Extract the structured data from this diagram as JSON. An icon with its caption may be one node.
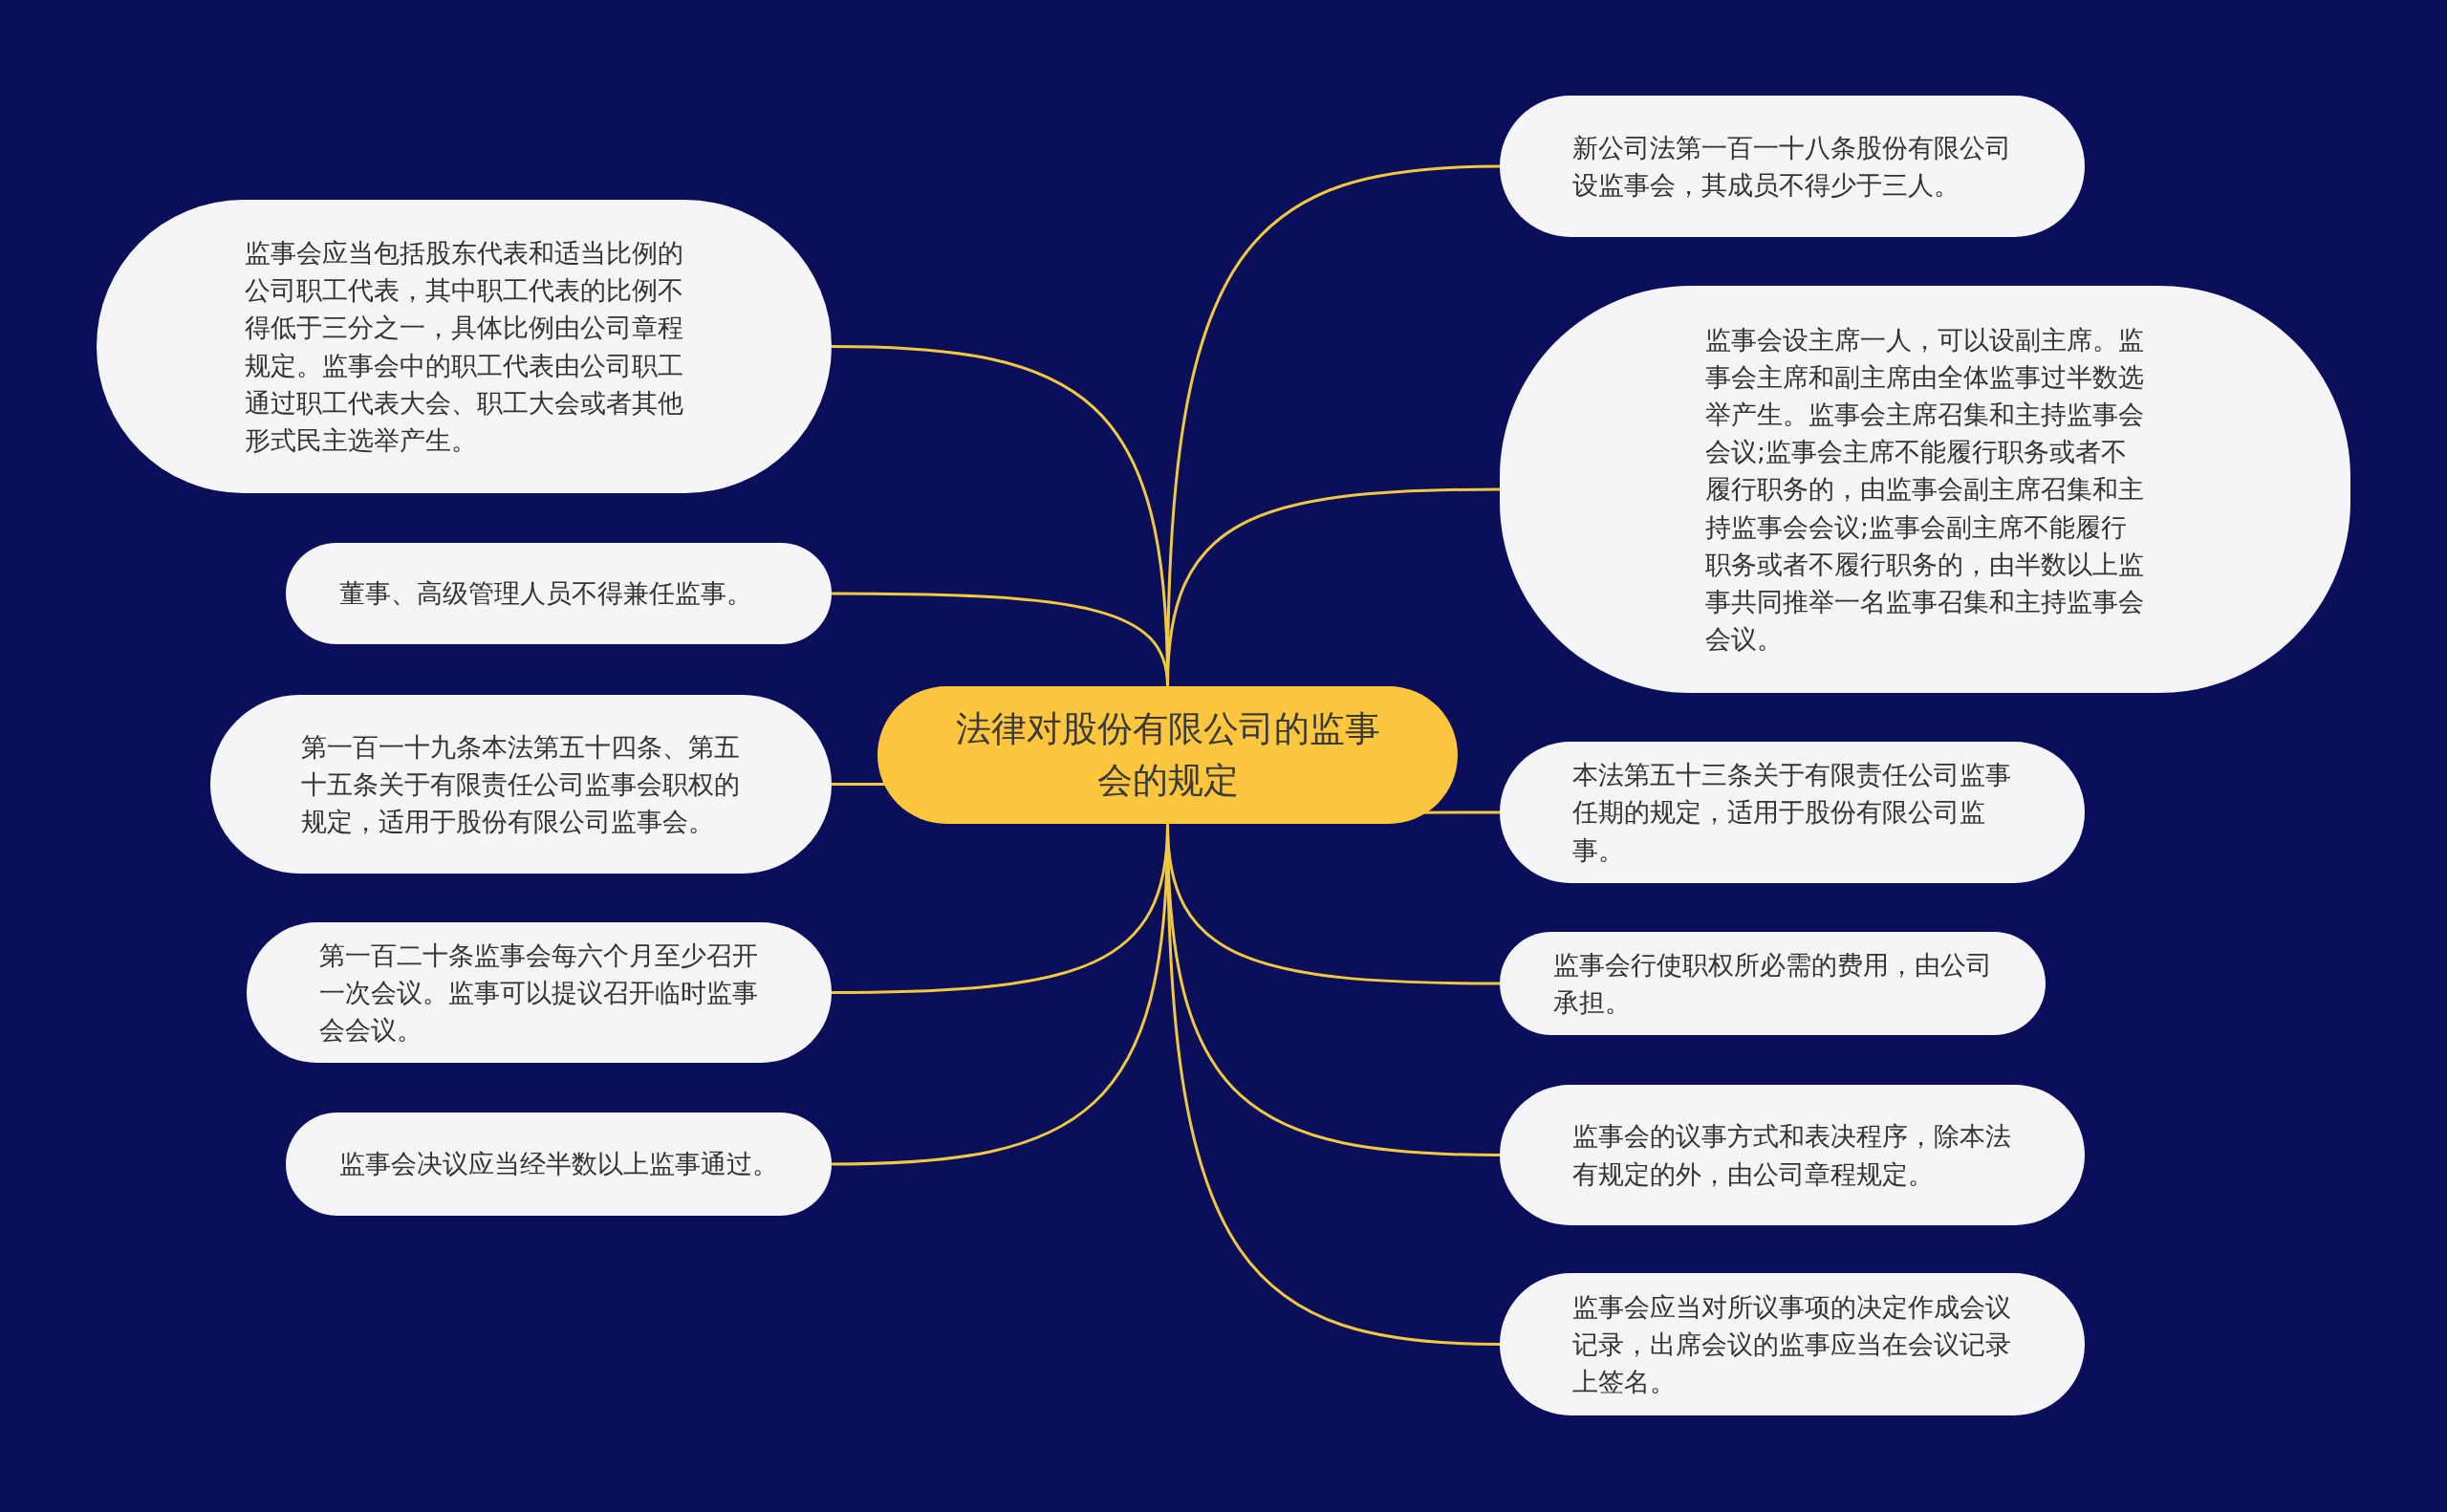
{
  "diagram": {
    "nodes": [
      {
        "text": [
          "法律对股份有限公司的监事会的规定"
        ]
      },
      {
        "text": [
          "监事会应当包括股东代表和适当比例的公司职工代表，其中职工代表的比例不得低于三分之一，具体比例由公司章程规定。监事会中的职工代表由公司职工通过职工代表大会、职工大会或者其他形式民主选举产生。"
        ]
      },
      {
        "text": [
          "董事、高级管理人员不得兼任监事。"
        ]
      },
      {
        "text": [
          "第一百一十九条本法第五十四条、第五十五条关于有限责任公司监事会职权的规定，适用于股份有限公司监事会。"
        ]
      },
      {
        "text": [
          "第一百二十条监事会每六个月至少召开一次会议。监事可以提议召开临时监事会会议。"
        ]
      },
      {
        "text": [
          "监事会决议应当经半数以上监事通过。"
        ]
      },
      {
        "text": [
          "新公司法第一百一十八条股份有限公司设监事会，其成员不得少于三人。"
        ]
      },
      {
        "text": [
          "监事会设主席一人，可以设副主席。监事会主席和副主席由全体监事过半数选举产生。监事会主席召集和主持监事会会议;监事会主席不能履行职务或者不履行职务的，由监事会副主席召集和主持监事会会议;监事会副主席不能履行职务或者不履行职务的，由半数以上监事共同推举一名监事召集和主持监事会会议。"
        ]
      },
      {
        "text": [
          "本法第五十三条关于有限责任公司监事任期的规定，适用于股份有限公司监事。"
        ]
      },
      {
        "text": [
          "监事会行使职权所必需的费用，由公司承担。"
        ]
      },
      {
        "text": [
          "监事会的议事方式和表决程序，除本法有规定的外，由公司章程规定。"
        ]
      },
      {
        "text": [
          "监事会应当对所议事项的决定作成会议记录，出席会议的监事应当在会议记录上签名。"
        ]
      }
    ],
    "edges": [
      {
        "from": 0,
        "to": 1,
        "arrow": "none"
      },
      {
        "from": 0,
        "to": 2,
        "arrow": "none"
      },
      {
        "from": 0,
        "to": 3,
        "arrow": "none"
      },
      {
        "from": 0,
        "to": 4,
        "arrow": "none"
      },
      {
        "from": 0,
        "to": 5,
        "arrow": "none"
      },
      {
        "from": 0,
        "to": 6,
        "arrow": "none"
      },
      {
        "from": 0,
        "to": 7,
        "arrow": "none"
      },
      {
        "from": 0,
        "to": 8,
        "arrow": "none"
      },
      {
        "from": 0,
        "to": 9,
        "arrow": "none"
      },
      {
        "from": 0,
        "to": 10,
        "arrow": "none"
      },
      {
        "from": 0,
        "to": 11,
        "arrow": "none"
      }
    ]
  }
}
